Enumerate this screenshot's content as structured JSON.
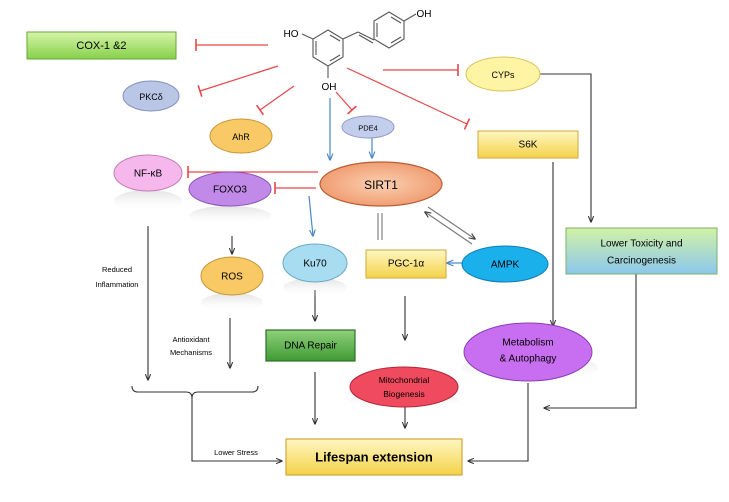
{
  "nodes": {
    "cox": "COX-1 &2",
    "pkc": "PKCδ",
    "ahr": "AhR",
    "pde4": "PDE4",
    "cyps": "CYPs",
    "s6k": "S6K",
    "nfkb": "NF-κB",
    "foxo3": "FOXO3",
    "sirt1": "SIRT1",
    "ros": "ROS",
    "ku70": "Ku70",
    "pgc": "PGC-1α",
    "ampk": "AMPK",
    "lowtox_1": "Lower Toxicity and",
    "lowtox_2": "Carcinogenesis",
    "dna": "DNA Repair",
    "metab_1": "Metabolism",
    "metab_2": "& Autophagy",
    "mito_1": "Mitochondrial",
    "mito_2": "Biogenesis",
    "lifespan": "Lifespan extension"
  },
  "molecule": {
    "oh_top": "OH",
    "ho_left": "HO",
    "oh_bottom": "OH"
  },
  "side_labels": {
    "reduced_1": "Reduced",
    "reduced_2": "Inflammation",
    "antiox_1": "Antioxidant",
    "antiox_2": "Mechanisms",
    "lower_stress": "Lower Stress"
  },
  "colors": {
    "inhibit": "#e8474a",
    "activate": "#4a86c8",
    "neutral": "#333333"
  }
}
